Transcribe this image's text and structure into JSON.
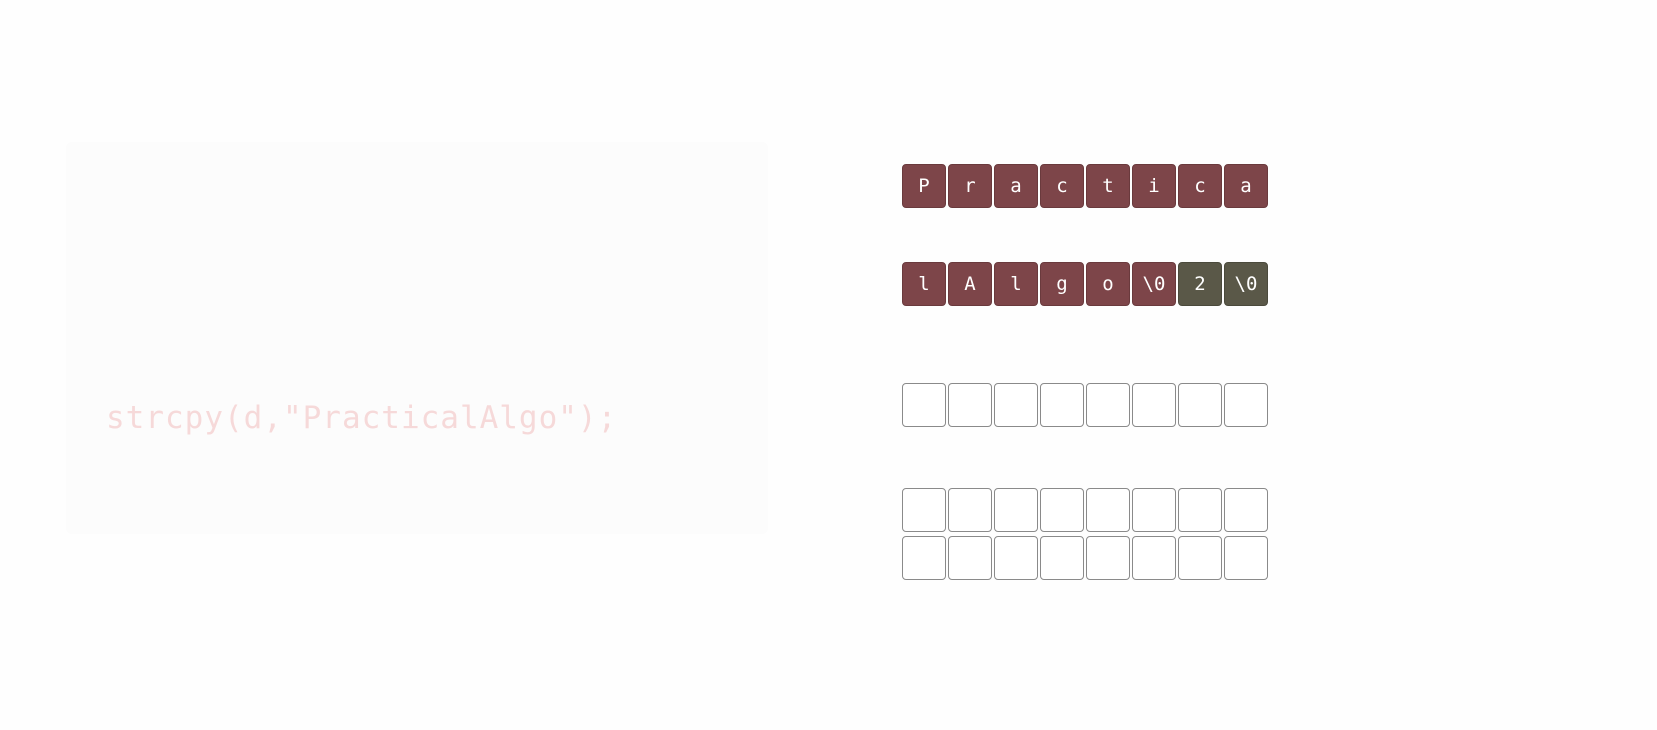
{
  "code": {
    "line": "strcpy(d,\"PracticalAlgo\");"
  },
  "colors": {
    "filled": "#7d4549",
    "padding": "#5a5848",
    "empty": "#ffffff",
    "code_text": "#f6d9d9"
  },
  "memory": {
    "row1": [
      "P",
      "r",
      "a",
      "c",
      "t",
      "i",
      "c",
      "a"
    ],
    "row2": [
      "l",
      "A",
      "l",
      "g",
      "o",
      "\\0",
      "2",
      "\\0"
    ],
    "row2_padding_indices": [
      6,
      7
    ],
    "row3": [
      "",
      "",
      "",
      "",
      "",
      "",
      "",
      ""
    ],
    "row4": [
      "",
      "",
      "",
      "",
      "",
      "",
      "",
      ""
    ],
    "row5": [
      "",
      "",
      "",
      "",
      "",
      "",
      "",
      ""
    ]
  }
}
